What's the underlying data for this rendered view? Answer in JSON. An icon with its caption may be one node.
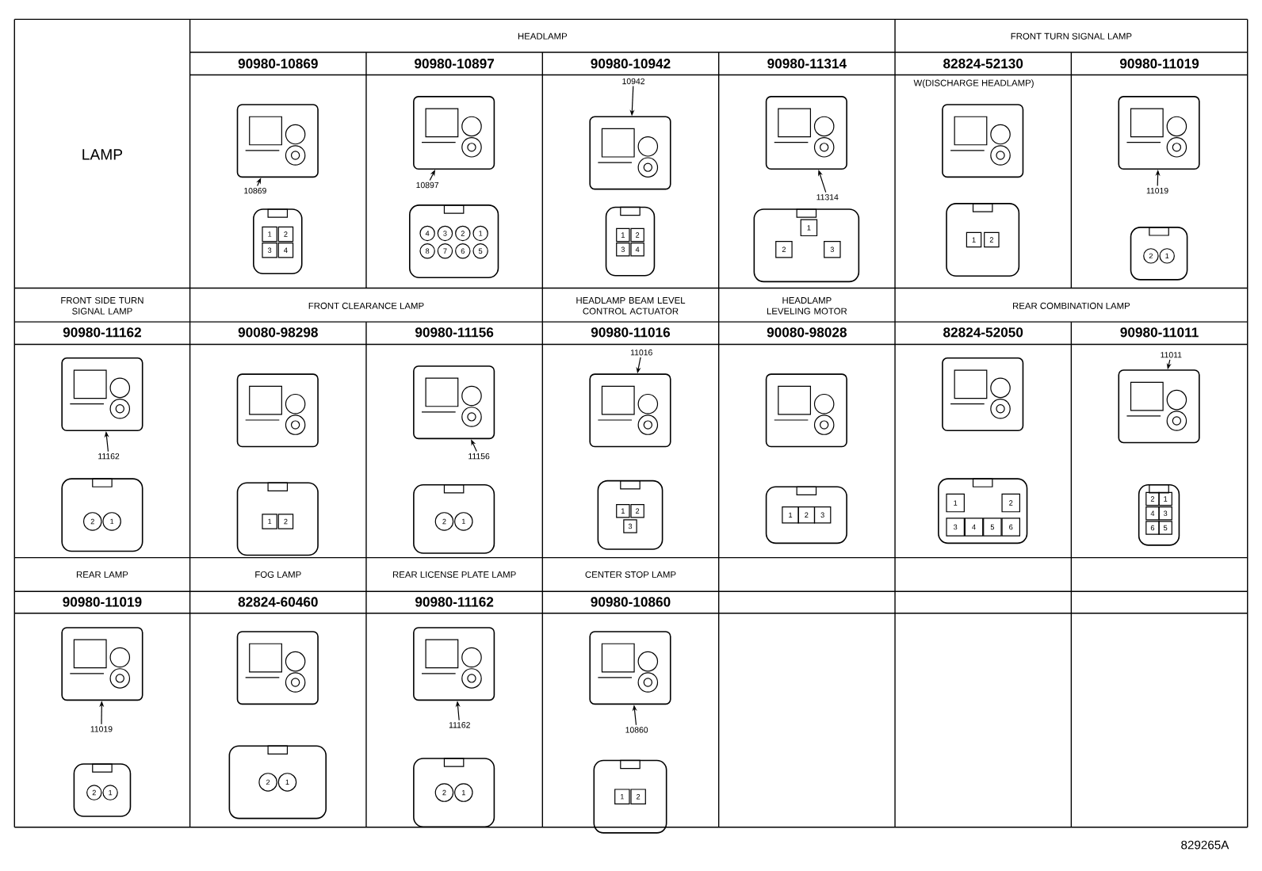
{
  "diagram": {
    "nodes": [
      {
        "text": [
          "10869"
        ]
      },
      {
        "text": [],
        "shape": "picture"
      },
      {
        "text": [
          "10897"
        ]
      },
      {
        "text": [],
        "shape": "picture"
      },
      {
        "text": [
          "10942"
        ]
      },
      {
        "text": [],
        "shape": "picture"
      },
      {
        "text": [
          "11314"
        ]
      },
      {
        "text": [],
        "shape": "picture"
      },
      {
        "text": [
          "11019"
        ]
      },
      {
        "text": [],
        "shape": "picture"
      },
      {
        "text": [
          "11162"
        ]
      },
      {
        "text": [],
        "shape": "picture"
      },
      {
        "text": [
          "11156"
        ]
      },
      {
        "text": [],
        "shape": "picture"
      },
      {
        "text": [
          "11016"
        ]
      },
      {
        "text": [],
        "shape": "picture"
      },
      {
        "text": [
          "11011"
        ]
      },
      {
        "text": [],
        "shape": "picture"
      },
      {
        "text": [
          "11019"
        ]
      },
      {
        "text": [],
        "shape": "picture"
      },
      {
        "text": [
          "11162"
        ]
      },
      {
        "text": [],
        "shape": "picture"
      },
      {
        "text": [
          "10860"
        ]
      },
      {
        "text": [],
        "shape": "picture"
      }
    ],
    "edges": [
      {
        "from": 0,
        "to": 1,
        "arrow": "to"
      },
      {
        "from": 2,
        "to": 3,
        "arrow": "to"
      },
      {
        "from": 4,
        "to": 5,
        "arrow": "to"
      },
      {
        "from": 6,
        "to": 7,
        "arrow": "to"
      },
      {
        "from": 8,
        "to": 9,
        "arrow": "to"
      },
      {
        "from": 10,
        "to": 11,
        "arrow": "to"
      },
      {
        "from": 12,
        "to": 13,
        "arrow": "to"
      },
      {
        "from": 14,
        "to": 15,
        "arrow": "to"
      },
      {
        "from": 16,
        "to": 17,
        "arrow": "to"
      },
      {
        "from": 18,
        "to": 19,
        "arrow": "to"
      },
      {
        "from": 20,
        "to": 21,
        "arrow": "to"
      },
      {
        "from": 22,
        "to": 23,
        "arrow": "to"
      }
    ],
    "labels": [
      "HEADLAMP",
      "FRONT TURN SIGNAL LAMP",
      "90980-10869",
      "90980-10897",
      "90980-10942",
      "90980-11314",
      "82824-52130",
      "90980-11019",
      "LAMP",
      "W(DISCHARGE HEADLAMP)",
      "1",
      "2",
      "3",
      "4",
      "4",
      "3",
      "2",
      "1",
      "8",
      "7",
      "6",
      "5",
      "1",
      "2",
      "3",
      "4",
      "1",
      "2",
      "3",
      "1",
      "2",
      "2",
      "1",
      "FRONT SIDE TURN SIGNAL LAMP",
      "FRONT CLEARANCE LAMP",
      "HEADLAMP BEAM LEVEL CONTROL ACTUATOR",
      "HEADLAMP LEVELING MOTOR",
      "REAR COMBINATION LAMP",
      "90980-11162",
      "90080-98298",
      "90980-11156",
      "90980-11016",
      "90080-98028",
      "82824-52050",
      "90980-11011",
      "2",
      "1",
      "1",
      "2",
      "2",
      "1",
      "1",
      "2",
      "3",
      "1",
      "2",
      "3",
      "1",
      "2",
      "3",
      "4",
      "5",
      "6",
      "2",
      "1",
      "4",
      "3",
      "6",
      "5",
      "REAR LAMP",
      "FOG LAMP",
      "REAR LICENSE PLATE LAMP",
      "CENTER STOP LAMP",
      "90980-11019",
      "82824-60460",
      "90980-11162",
      "90980-10860",
      "2",
      "1",
      "2",
      "1",
      "2",
      "1",
      "1",
      "2",
      "829265A"
    ]
  }
}
